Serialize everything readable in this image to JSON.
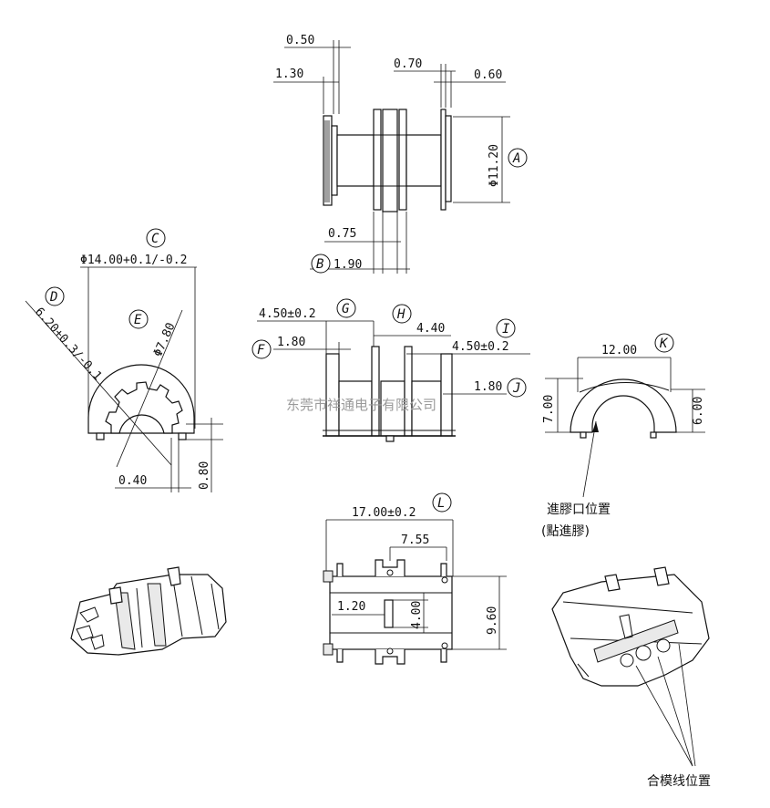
{
  "dimensions": {
    "d_0_50": "0.50",
    "d_1_30": "1.30",
    "d_0_70": "0.70",
    "d_0_60": "0.60",
    "d_phi_11_20": "Φ11.20",
    "d_0_75": "0.75",
    "d_1_90": "1.90",
    "d_phi_14": "Φ14.00+0.1/-0.2",
    "d_6_20": "6.20+0.3/-0.1",
    "d_phi_7_80": "Φ7.80",
    "d_0_40": "0.40",
    "d_0_80": "0.80",
    "d_4_50_g": "4.50±0.2",
    "d_4_40": "4.40",
    "d_4_50_i": "4.50±0.2",
    "d_1_80_f": "1.80",
    "d_1_80_j": "1.80",
    "d_12_00": "12.00",
    "d_7_00": "7.00",
    "d_6_00": "6.00",
    "d_17_00": "17.00±0.2",
    "d_7_55": "7.55",
    "d_1_20": "1.20",
    "d_4_00": "4.00",
    "d_9_60": "9.60"
  },
  "callouts": {
    "A": "A",
    "B": "B",
    "C": "C",
    "D": "D",
    "E": "E",
    "F": "F",
    "G": "G",
    "H": "H",
    "I": "I",
    "J": "J",
    "K": "K",
    "L": "L"
  },
  "notes": {
    "gate_position": "進膠口位置",
    "gate_method": "(點進膠)",
    "parting_line": "合模线位置",
    "watermark": "东莞市祥通电子有限公司"
  }
}
